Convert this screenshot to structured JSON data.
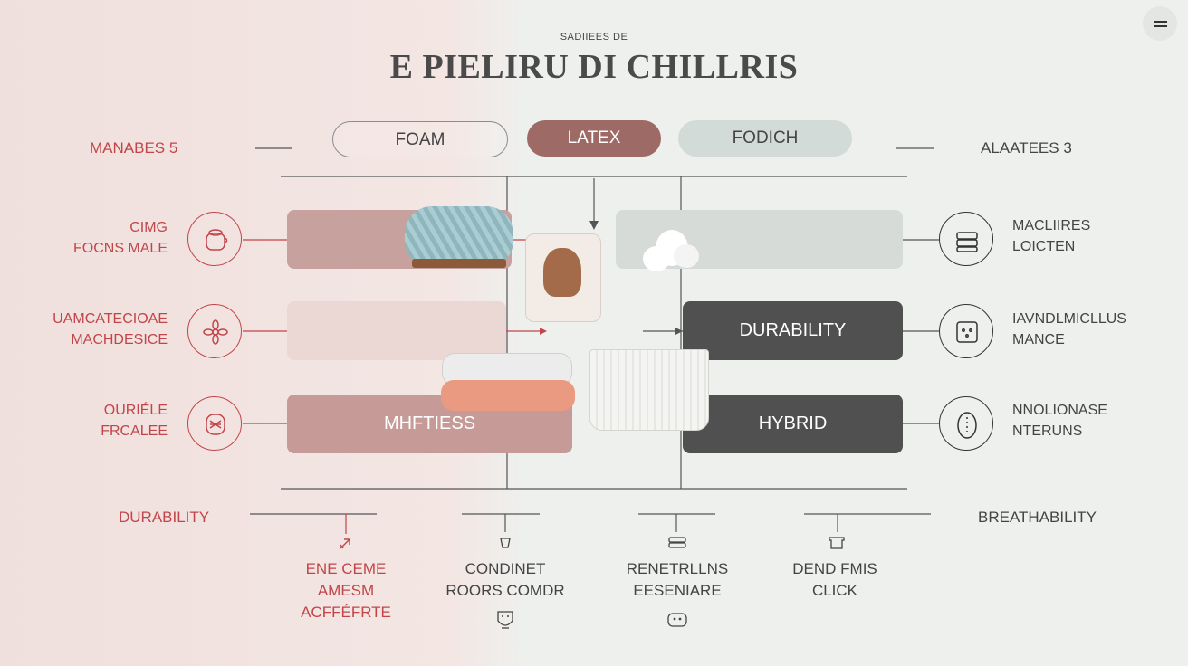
{
  "header": {
    "subtitle": "SADIIEES DE",
    "title": "E PIELIRU DI CHILLRIS"
  },
  "tabs": [
    {
      "label": "FOAM"
    },
    {
      "label": "LATEX"
    },
    {
      "label": "FODICH"
    }
  ],
  "left": {
    "header": "MANABES 5",
    "items": [
      {
        "label_line1": "CIMG",
        "label_line2": "FOCNS MALE",
        "icon": "pot-icon"
      },
      {
        "label_line1": "UAMCATECIOAE",
        "label_line2": "MACHDESICE",
        "icon": "flower-icon"
      },
      {
        "label_line1": "OURIÉLE",
        "label_line2": "FRCALEE",
        "icon": "cross-stitch-icon"
      }
    ]
  },
  "right": {
    "header": "ALAATEES  3",
    "items": [
      {
        "label_line1": "MACLIIRES",
        "label_line2": "LOICTEN",
        "icon": "layers-icon"
      },
      {
        "label_line1": "IAVNDLMICLLUS",
        "label_line2": "MANCE",
        "icon": "box-icon"
      },
      {
        "label_line1": "NNOLIONASE",
        "label_line2": "NTERUNS",
        "icon": "oval-icon"
      }
    ]
  },
  "bars": {
    "left_bottom_label": "MHFTIESS",
    "durability": "DURABILITY",
    "hybrid": "HYBRID"
  },
  "footer": {
    "left_label": "DURABILITY",
    "right_label": "BREATHABILITY",
    "columns": [
      {
        "lines": [
          "ENE CEME",
          "AMESM",
          "ACFFÉFRTE"
        ]
      },
      {
        "lines": [
          "CONDINET",
          "ROORS COMDR"
        ]
      },
      {
        "lines": [
          "RENETRLLNS",
          "EESENIARE"
        ]
      },
      {
        "lines": [
          "DEND FMIS",
          "CLICK"
        ]
      }
    ]
  },
  "colors": {
    "accent_red": "#c2454a",
    "latex_tab": "#9e6a66",
    "dark_bar": "#505050"
  }
}
